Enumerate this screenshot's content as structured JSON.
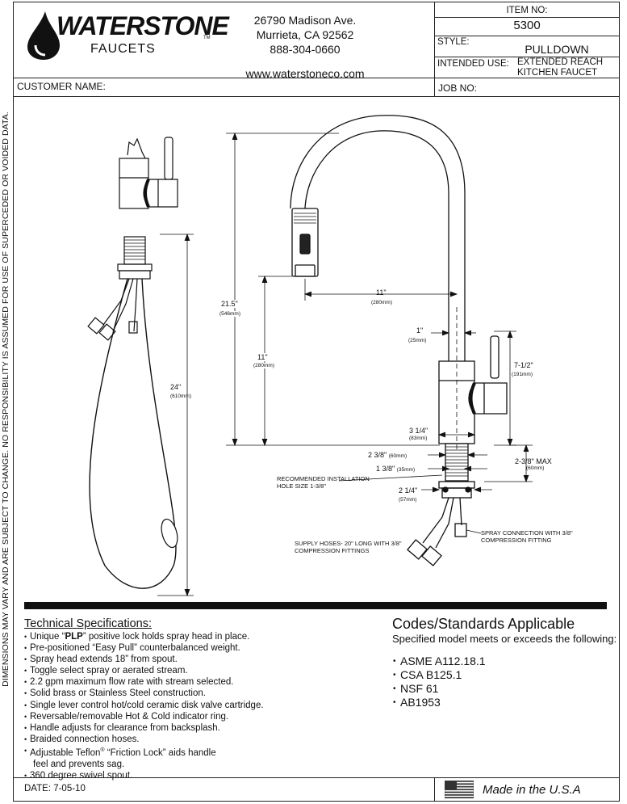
{
  "side_note": "DIMENSIONS MAY VARY AND ARE SUBJECT TO CHANGE. NO RESPONSIBILITY IS ASSUMED FOR USE OF SUPERCEDED OR VOIDED DATA.",
  "header": {
    "brand": "WATERSTONE",
    "brand_tm": "TM",
    "brand_sub": "FAUCETS",
    "address_line1": "26790 Madison Ave.",
    "address_line2": "Murrieta, CA 92562",
    "phone": "888-304-0660",
    "website": "www.waterstoneco.com",
    "item_no_label": "ITEM NO:",
    "item_no": "5300",
    "style_label": "STYLE:",
    "style": "PULLDOWN",
    "intended_use_label": "INTENDED USE:",
    "intended_use_line1": "EXTENDED REACH",
    "intended_use_line2": "KITCHEN FAUCET",
    "customer_label": "CUSTOMER NAME:",
    "job_label": "JOB NO:"
  },
  "drawing": {
    "dims": {
      "height_total": "21.5\"",
      "height_total_mm": "(546mm)",
      "reach": "11\"",
      "reach_mm": "(280mm)",
      "spout_height": "11\"",
      "spout_height_mm": "(280mm)",
      "handle_gap": "1\"",
      "handle_gap_mm": "(25mm)",
      "handle_height": "7-1/2\"",
      "handle_height_mm": "(191mm)",
      "body_width": "3 1/4\"",
      "body_width_mm": "(83mm)",
      "shank_width": "2 3/8\"",
      "shank_width_mm": "(60mm)",
      "hole_size": "1 3/8\"",
      "hole_size_mm": "(35mm)",
      "shank_max": "2-3/8\" MAX",
      "shank_max_mm": "(60mm)",
      "base_width": "2 1/4\"",
      "base_width_mm": "(57mm)",
      "hose_length": "24\"",
      "hose_length_mm": "(610mm)"
    },
    "notes": {
      "install_line1": "RECOMMENDED INSTALLATION",
      "install_line2": "HOLE SIZE 1-3/8\"",
      "spray_line1": "SPRAY CONNECTION  WITH 3/8\"",
      "spray_line2": "COMPRESSION FITTING",
      "supply_line1": "SUPPLY HOSES- 20\" LONG WITH 3/8\"",
      "supply_line2": "COMPRESSION FITTINGS"
    }
  },
  "specs": {
    "title": "Technical Specifications:",
    "items": [
      {
        "pre": "Unique “",
        "bold": "PLP",
        "post": "” positive lock holds spray head in place."
      },
      {
        "pre": "Pre-positioned “Easy Pull” counterbalanced weight.",
        "bold": "",
        "post": ""
      },
      {
        "pre": "Spray head extends 18” from spout.",
        "bold": "",
        "post": ""
      },
      {
        "pre": "Toggle select spray or aerated stream.",
        "bold": "",
        "post": ""
      },
      {
        "pre": "2.2 gpm maximum flow rate with stream selected.",
        "bold": "",
        "post": ""
      },
      {
        "pre": "Solid brass or Stainless Steel construction.",
        "bold": "",
        "post": ""
      },
      {
        "pre": "Single lever control hot/cold ceramic disk valve cartridge.",
        "bold": "",
        "post": ""
      },
      {
        "pre": "Reversable/removable Hot & Cold indicator ring.",
        "bold": "",
        "post": ""
      },
      {
        "pre": "Handle adjusts for clearance from backsplash.",
        "bold": "",
        "post": ""
      },
      {
        "pre": "Braided connection hoses.",
        "bold": "",
        "post": ""
      }
    ],
    "teflon_pre": "Adjustable Teflon",
    "teflon_reg": "®",
    "teflon_post": " “Friction Lock” aids handle",
    "teflon_line2": "feel and prevents sag.",
    "last_item": "360 degree swivel spout."
  },
  "codes": {
    "title": "Codes/Standards Applicable",
    "subtitle": "Specified model meets or exceeds the following:",
    "items": [
      "ASME A112.18.1",
      "CSA B125.1",
      "NSF 61",
      "AB1953"
    ]
  },
  "footer": {
    "date": "DATE: 7-05-10",
    "made_in": "Made in the U.S.A"
  }
}
